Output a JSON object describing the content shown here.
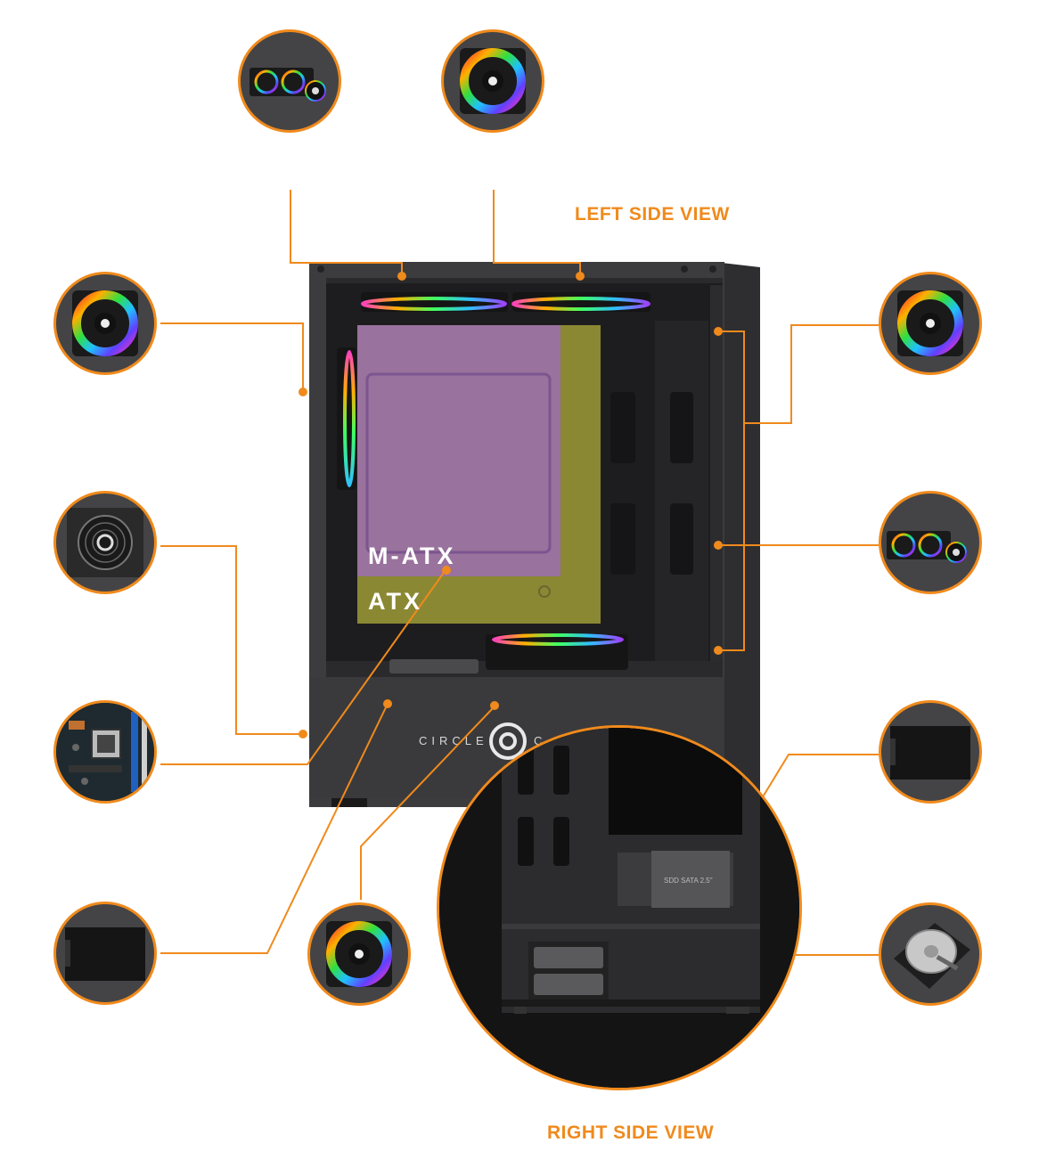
{
  "headings": {
    "left_view": "LEFT SIDE VIEW",
    "right_view": "RIGHT SIDE VIEW"
  },
  "case": {
    "brand_text": "CIRCLE",
    "brand_suffix": "C",
    "zones": {
      "matx": "M-ATX",
      "atx": "ATX"
    },
    "ssd_label": "SDD SATA 2.5\""
  },
  "colors": {
    "accent": "#f08a1c",
    "bubble_bg": "#444446",
    "case_body": "#3a3a3c",
    "matx_zone": "#9b6fb0",
    "atx_zone": "#a9a63a"
  },
  "callouts": [
    {
      "name": "top-radiator-callout",
      "icon": "aio-cooler-icon"
    },
    {
      "name": "top-fan-callout",
      "icon": "rgb-fan-icon"
    },
    {
      "name": "front-fan-callout",
      "icon": "rgb-fan-icon"
    },
    {
      "name": "psu-callout",
      "icon": "psu-icon"
    },
    {
      "name": "motherboard-callout",
      "icon": "motherboard-icon"
    },
    {
      "name": "ssd-left-callout",
      "icon": "ssd-icon"
    },
    {
      "name": "bottom-fan-callout",
      "icon": "rgb-fan-icon"
    },
    {
      "name": "rear-fan-callout",
      "icon": "rgb-fan-icon"
    },
    {
      "name": "rear-radiator-callout",
      "icon": "aio-cooler-icon"
    },
    {
      "name": "ssd-right-callout",
      "icon": "ssd-icon"
    },
    {
      "name": "hdd-callout",
      "icon": "hdd-icon"
    }
  ]
}
